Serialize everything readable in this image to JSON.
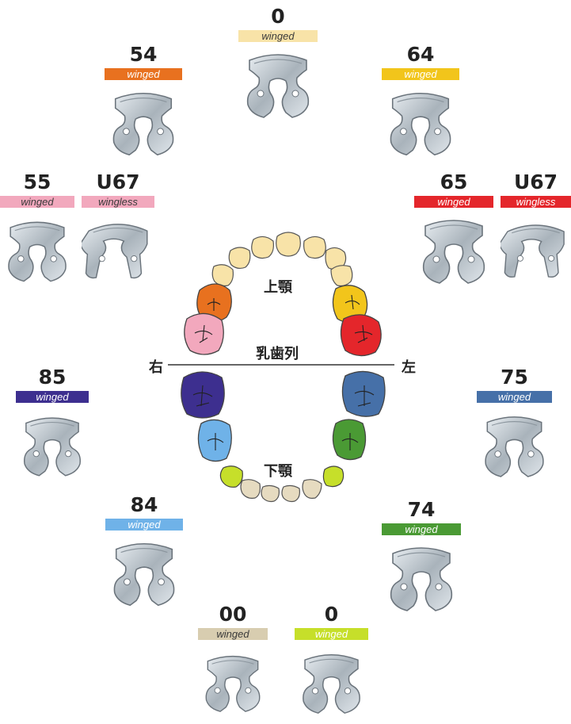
{
  "diagram_title": "乳歯列",
  "upper_jaw_label": "上顎",
  "lower_jaw_label": "下顎",
  "right_label": "右",
  "left_label": "左",
  "clamps": [
    {
      "id": "c0-top",
      "number": "0",
      "type": "winged",
      "tag_color": "#f8e3a8",
      "text_color": "#3a3a3a",
      "style": "winged"
    },
    {
      "id": "c54",
      "number": "54",
      "type": "winged",
      "tag_color": "#e8711f",
      "text_color": "#ffffff",
      "style": "winged"
    },
    {
      "id": "c64",
      "number": "64",
      "type": "winged",
      "tag_color": "#f2c51b",
      "text_color": "#ffffff",
      "style": "winged"
    },
    {
      "id": "c55",
      "number": "55",
      "type": "winged",
      "tag_color": "#f2a8bd",
      "text_color": "#3a3a3a",
      "style": "winged"
    },
    {
      "id": "cU67-right",
      "number": "U67",
      "type": "wingless",
      "tag_color": "#f2a8bd",
      "text_color": "#3a3a3a",
      "style": "wingless"
    },
    {
      "id": "c65",
      "number": "65",
      "type": "winged",
      "tag_color": "#e4262b",
      "text_color": "#ffffff",
      "style": "winged"
    },
    {
      "id": "cU67-left",
      "number": "U67",
      "type": "wingless",
      "tag_color": "#e4262b",
      "text_color": "#ffffff",
      "style": "wingless"
    },
    {
      "id": "c85",
      "number": "85",
      "type": "winged",
      "tag_color": "#3d2f8f",
      "text_color": "#ffffff",
      "style": "winged"
    },
    {
      "id": "c75",
      "number": "75",
      "type": "winged",
      "tag_color": "#4670a8",
      "text_color": "#ffffff",
      "style": "winged"
    },
    {
      "id": "c84",
      "number": "84",
      "type": "winged",
      "tag_color": "#6fb2e8",
      "text_color": "#ffffff",
      "style": "winged"
    },
    {
      "id": "c74",
      "number": "74",
      "type": "winged",
      "tag_color": "#4a9a34",
      "text_color": "#ffffff",
      "style": "winged"
    },
    {
      "id": "c00",
      "number": "00",
      "type": "winged",
      "tag_color": "#d8cdb0",
      "text_color": "#3a3a3a",
      "style": "winged"
    },
    {
      "id": "c0-bottom",
      "number": "0",
      "type": "winged",
      "tag_color": "#c6df2a",
      "text_color": "#ffffff",
      "style": "winged"
    }
  ],
  "tooth_colors": {
    "upper_front": "#f8e3a8",
    "upper_right_first_molar": "#e8711f",
    "upper_right_second_molar": "#f2a8bd",
    "upper_left_first_molar": "#f2c51b",
    "upper_left_second_molar": "#e4262b",
    "lower_front": "#e6dbc0",
    "lower_right_canine": "#c6df2a",
    "lower_left_canine": "#c6df2a",
    "lower_right_first_molar": "#6fb2e8",
    "lower_right_second_molar": "#3d2f8f",
    "lower_left_first_molar": "#4a9a34",
    "lower_left_second_molar": "#4670a8"
  }
}
